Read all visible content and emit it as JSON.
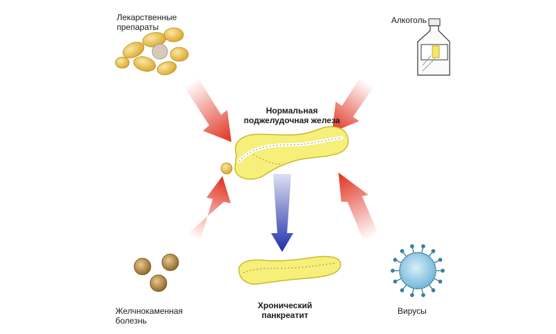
{
  "colors": {
    "background": "#ffffff",
    "gland_fill": "#f6ef7a",
    "gland_outline": "#c9b92c",
    "cause_arrow": "#e0301e",
    "result_arrow": "#1f2fa8",
    "pills": "#e8bd3a",
    "gallstone": "#b38644",
    "virus": "#6fb7d6"
  },
  "icons": {
    "drugs": "pills-icon",
    "alcohol": "bottle-icon",
    "gallstones": "gallstone-icon",
    "viruses": "virus-icon",
    "normal_gland": "pancreas-icon",
    "chronic_gland": "pancreas-icon"
  },
  "labels": {
    "drugs": [
      "Лекарственные",
      "препараты"
    ],
    "alcohol": "Алкоголь",
    "normal_gland": [
      "Нормальная",
      "поджелудочная железа"
    ],
    "gallstones": [
      "Желчнокаменная",
      "болезнь"
    ],
    "chronic_pancreatitis": [
      "Хронический",
      "панкреатит"
    ],
    "viruses": "Вирусы"
  }
}
